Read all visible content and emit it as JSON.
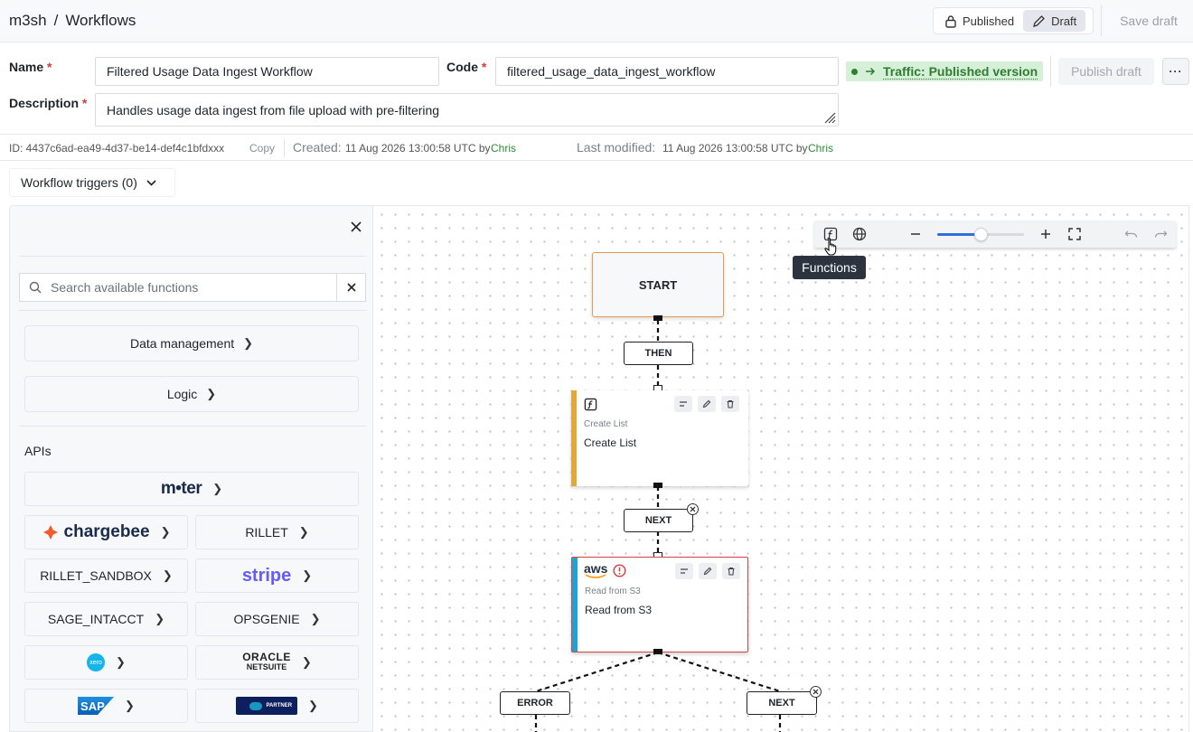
{
  "header": {
    "org": "m3sh",
    "separator": "/",
    "section": "Workflows",
    "published_label": "Published",
    "draft_label": "Draft",
    "save_draft_label": "Save draft"
  },
  "form": {
    "name_label": "Name",
    "name_value": "Filtered Usage Data Ingest Workflow",
    "code_label": "Code",
    "code_value": "filtered_usage_data_ingest_workflow",
    "description_label": "Description",
    "description_value": "Handles usage data ingest from file upload with pre-filtering",
    "required_mark": "*",
    "traffic_label": "Traffic: Published version",
    "publish_draft_label": "Publish draft",
    "more_label": "···"
  },
  "meta": {
    "id_text": "ID: 4437c6ad-ea49-4d37-be14-def4c1bfdxxx",
    "copy_label": "Copy",
    "created_label": "Created:",
    "created_value": "11 Aug 2026 13:00:58 UTC by",
    "created_by": "Chris",
    "modified_label": "Last modified:",
    "modified_value": "11 Aug 2026 13:00:58 UTC by",
    "modified_by": "Chris"
  },
  "triggers": {
    "label": "Workflow triggers (0)"
  },
  "functions_panel": {
    "search_placeholder": "Search available functions",
    "categories": [
      "Data management",
      "Logic"
    ],
    "apis_title": "APIs",
    "apis": {
      "meter": "m•ter",
      "chargebee": "chargebee",
      "rillet": "RILLET",
      "rillet_sandbox": "RILLET_SANDBOX",
      "stripe": "stripe",
      "sage_intacct": "SAGE_INTACCT",
      "opsgenie": "OPSGENIE",
      "xero": "xero",
      "oracle": "ORACLE",
      "netsuite": "NETSUITE",
      "sap": "SAP",
      "salesforce_partner": "PARTNER"
    }
  },
  "canvas": {
    "tooltip": "Functions",
    "zoom_level": 0.5,
    "start_label": "START",
    "connectors": {
      "then": "THEN",
      "next": "NEXT",
      "error": "ERROR"
    },
    "nodes": [
      {
        "sub": "Create List",
        "title": "Create List"
      },
      {
        "sub": "Read from S3",
        "title": "Read from S3",
        "vendor": "aws"
      }
    ]
  },
  "colors": {
    "traffic_bg": "#d6f0d8",
    "traffic_text": "#2e7d32",
    "start_border": "#e89a55",
    "function_accent": "#e2a73a",
    "aws_accent": "#17a6d6",
    "error_border": "#d64545",
    "slider": "#2f6fdc"
  }
}
